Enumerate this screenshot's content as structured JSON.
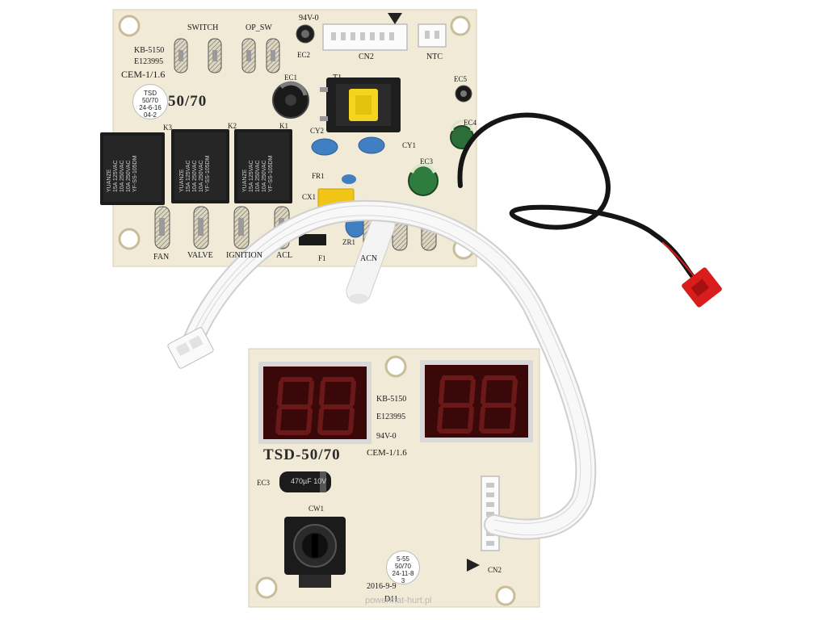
{
  "colors": {
    "pcb": "#f1ead6",
    "relay": "#1c1c1c",
    "transformer": "#f2d51c",
    "capacitor_blue": "#3f7fc2",
    "cable_white": "#f4f4f4",
    "cable_black": "#151515",
    "connector_red": "#d91c1c",
    "display_red": "#3a0808"
  },
  "board_top": {
    "model": "KB-5150",
    "cert": "E123995",
    "material": "CEM-1/1.6",
    "rating": "94V-0",
    "silk_big": "50/70",
    "stamp": [
      "TSD",
      "50/70",
      "24-6-16",
      "04-2"
    ],
    "headers": {
      "switch": "SWITCH",
      "op_sw": "OP_SW",
      "cn2": "CN2",
      "ntc": "NTC"
    },
    "terminals": {
      "fan": "FAN",
      "valve": "VALVE",
      "ignition": "IGNITION",
      "acl": "ACL",
      "acn": "ACN"
    },
    "components": {
      "ec1": "EC1",
      "ec2": "EC2",
      "ec3": "EC3",
      "ec4": "EC4",
      "ec5": "EC5",
      "t1": "T1",
      "cy1": "CY1",
      "cy2": "CY2",
      "fr1": "FR1",
      "cx1": "CX1",
      "zr1": "ZR1",
      "f1": "F1",
      "k1": "K1",
      "k2": "K2",
      "k3": "K3"
    },
    "relay_text": [
      "YUANZE",
      "15A 125VAC",
      "10A 250VAC",
      "10A 250VAC",
      "YF-SS-105DM"
    ]
  },
  "board_bottom": {
    "model": "KB-5150",
    "cert": "E123995",
    "rating": "94V-0",
    "material": "CEM-1/1.6",
    "silk_big": "TSD-50/70",
    "ec3": "EC3",
    "cap_text": "470µF 10V",
    "cw1": "CW1",
    "cn2": "CN2",
    "date": "2016-9-9",
    "code": "D11",
    "stamp": [
      "5-55",
      "50/70",
      "24-11-8",
      "3"
    ]
  },
  "watermark": "powermat-hurt.pl"
}
